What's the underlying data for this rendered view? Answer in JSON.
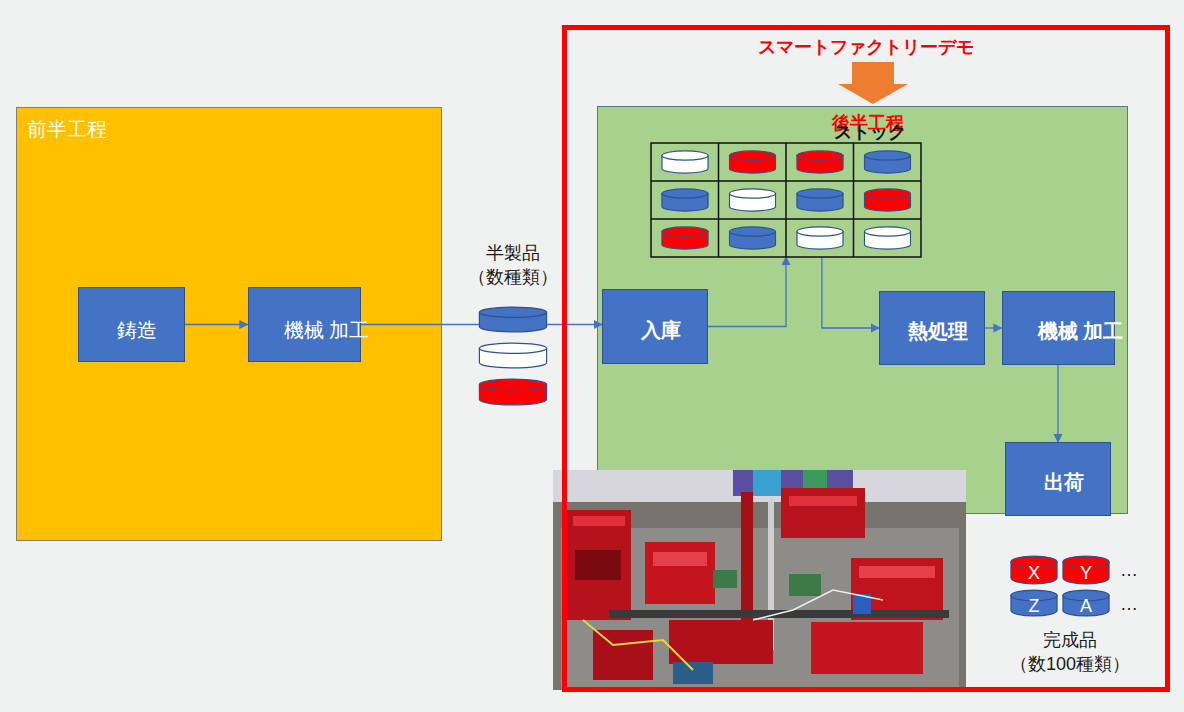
{
  "diagram": {
    "nodes": [
      {
        "text": [
          "前半工程"
        ]
      },
      {
        "text": [
          "鋳造"
        ],
        "in": 0
      },
      {
        "text": [
          "機械 加工"
        ],
        "in": 0
      },
      {
        "text": [
          "スマートファクトリーデモ"
        ]
      },
      {
        "text": [
          "後半工程"
        ],
        "in": 3
      },
      {
        "text": [
          "ストック"
        ],
        "in": 4
      },
      {
        "text": [
          "入庫"
        ],
        "in": 4
      },
      {
        "text": [
          "熱処理"
        ],
        "in": 4
      },
      {
        "text": [
          "機械 加工"
        ],
        "in": 4
      },
      {
        "text": [
          "出荷"
        ],
        "in": 4
      }
    ],
    "edges": [
      {
        "from": 1,
        "to": 2,
        "arrow": "to"
      },
      {
        "from": 2,
        "to": 6,
        "arrow": "to"
      },
      {
        "from": 6,
        "to": 5,
        "arrow": "to"
      },
      {
        "from": 5,
        "to": 7,
        "arrow": "to"
      },
      {
        "from": 7,
        "to": 8,
        "arrow": "to"
      },
      {
        "from": 8,
        "to": 9,
        "arrow": "to"
      }
    ],
    "labels": [
      "半製品 （数種類）",
      "X",
      "Y",
      "Z",
      "A",
      "…",
      "…",
      "完成品 （数100種類）"
    ]
  }
}
